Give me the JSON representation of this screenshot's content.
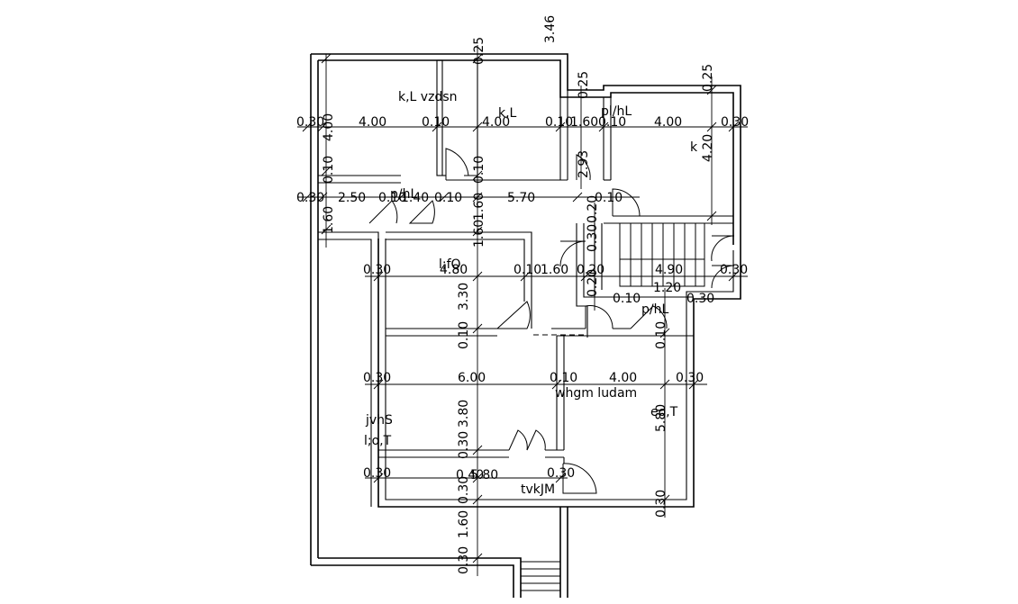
{
  "plan": {
    "rooms": {
      "room_1": "k,L vzdsn",
      "room_2": "k,L",
      "room_3": "pl/hL",
      "room_4": "k",
      "room_5": "l;fQ",
      "room_6": "p/hL",
      "room_7": "whgm ludam",
      "room_8": "jvhS",
      "room_9": "l;o,T",
      "room_10": "eo,T",
      "room_11": "tvkJM",
      "room_12": "p/hL"
    },
    "dims": {
      "top_346": "3.46",
      "d_025_a": "0.25",
      "d_025_b": "0.25",
      "d_025_c": "0.25",
      "d_030_1": "0.30",
      "d_400_1": "4.00",
      "d_010_1": "0.10",
      "d_400_2": "4.00",
      "d_010_2": "0.10",
      "d_160_1": "1.60",
      "d_010_3": "0.10",
      "d_400_3": "4.00",
      "d_030_2": "0.30",
      "v_400_1": "4.00",
      "v_293": "2.93",
      "v_420": "4.20",
      "v_010_1": "0.10",
      "v_010_2": "0.10",
      "d_030_3": "0.30",
      "d_250": "2.50",
      "d_010_4": "0.10",
      "d_140": "1.40",
      "d_010_5": "0.10",
      "d_570": "5.70",
      "d_010_6": "0.10",
      "v_160_1": "1.60",
      "v_160_2": "1.60",
      "v_160_3": "1.60",
      "v_020": "0.20",
      "v_030_1": "0.30",
      "d_030_4": "0.30",
      "d_480": "4.80",
      "d_010_7": "0.10",
      "d_160_2": "1.60",
      "d_020_2": "0.20",
      "d_490": "4.90",
      "d_030_5": "0.30",
      "v_330": "3.30",
      "v_020_2": "0.20",
      "d_010_8": "0.10",
      "d_120": "1.20",
      "d_030_6": "0.30",
      "v_010_3": "0.10",
      "v_010_4": "0.10",
      "d_030_7": "0.30",
      "d_600": "6.00",
      "d_010_9": "0.10",
      "d_400_4": "4.00",
      "d_030_8": "0.30",
      "v_380": "3.80",
      "v_580": "5.80",
      "v_030_2": "0.30",
      "d_030_9": "0.30",
      "d_040": "0.40",
      "d_580": "5.80",
      "d_030_10": "0.30",
      "v_030_3": "0.30",
      "v_030_4": "0.30",
      "v_160_4": "1.60",
      "v_030_5": "0.30"
    }
  }
}
